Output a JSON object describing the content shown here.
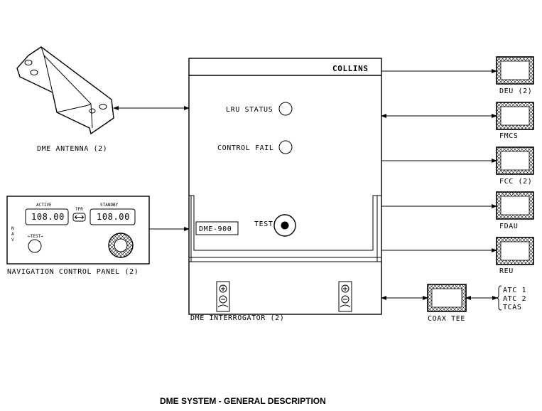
{
  "caption": "DME SYSTEM - GENERAL DESCRIPTION",
  "antenna": {
    "label": "DME ANTENNA (2)"
  },
  "interrogator": {
    "brand": "COLLINS",
    "lru_status": "LRU STATUS",
    "control_fail": "CONTROL FAIL",
    "test": "TEST",
    "model": "DME-900",
    "label": "DME INTERROGATOR (2)"
  },
  "panel": {
    "active_label": "ACTIVE",
    "standby_label": "STANDBY",
    "active_freq": "108.00",
    "standby_freq": "108.00",
    "tfr": "TFR",
    "nav_letters": [
      "N",
      "A",
      "V"
    ],
    "test_label": "←TEST→",
    "label": "NAVIGATION CONTROL PANEL (2)"
  },
  "outputs": [
    {
      "label": "DEU (2)"
    },
    {
      "label": "FMCS"
    },
    {
      "label": "FCC (2)"
    },
    {
      "label": "FDAU"
    },
    {
      "label": "REU"
    }
  ],
  "coax": {
    "label": "COAX TEE",
    "receivers": [
      "ATC 1",
      "ATC 2",
      "TCAS"
    ]
  }
}
